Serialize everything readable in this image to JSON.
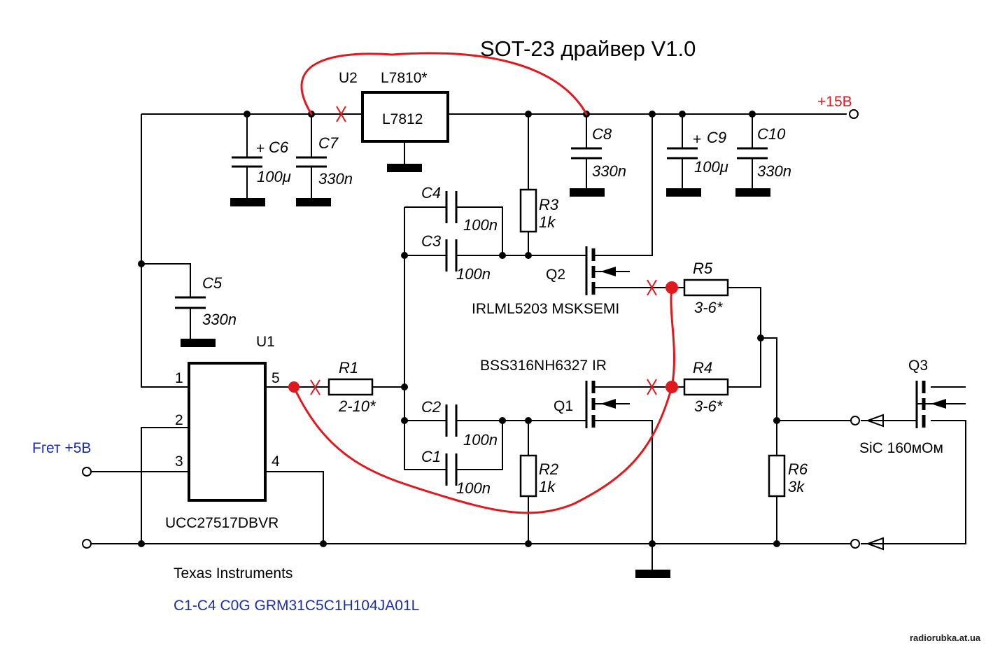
{
  "title": "SOT-23 драйвер V1.0",
  "supply_out": "+15В",
  "input_label": "Fгет +5В",
  "ic": {
    "ref": "U1",
    "part": "UCC27517DBVR",
    "maker": "Texas Instruments",
    "pins": [
      "1",
      "2",
      "3",
      "4",
      "5"
    ]
  },
  "regulator": {
    "ref": "U2",
    "alt_part": "L7810*",
    "part": "L7812"
  },
  "capacitors": [
    {
      "ref": "C1",
      "value": "100n"
    },
    {
      "ref": "C2",
      "value": "100n"
    },
    {
      "ref": "C3",
      "value": "100n"
    },
    {
      "ref": "C4",
      "value": "100n"
    },
    {
      "ref": "C5",
      "value": "330n"
    },
    {
      "ref": "C6",
      "value": "100μ"
    },
    {
      "ref": "C7",
      "value": "330n"
    },
    {
      "ref": "C8",
      "value": "330n"
    },
    {
      "ref": "C9",
      "value": "100μ"
    },
    {
      "ref": "C10",
      "value": "330n"
    }
  ],
  "resistors": [
    {
      "ref": "R1",
      "value": "2-10*"
    },
    {
      "ref": "R2",
      "value": "1k"
    },
    {
      "ref": "R3",
      "value": "1k"
    },
    {
      "ref": "R4",
      "value": "3-6*"
    },
    {
      "ref": "R5",
      "value": "3-6*"
    },
    {
      "ref": "R6",
      "value": "3k"
    }
  ],
  "transistors": [
    {
      "ref": "Q1",
      "part": "BSS316NH6327 IR"
    },
    {
      "ref": "Q2",
      "part": "IRLML5203 MSKSEMI"
    },
    {
      "ref": "Q3",
      "part": "SiC 160мОм"
    }
  ],
  "cap_note": "C1-C4 C0G GRM31C5C1H104JA01L",
  "watermark": "radiorubka.at.ua",
  "polarity_mark": "+",
  "colors": {
    "modification": "#e0191e",
    "notes": "#1a2db0",
    "wires": "#000000"
  }
}
